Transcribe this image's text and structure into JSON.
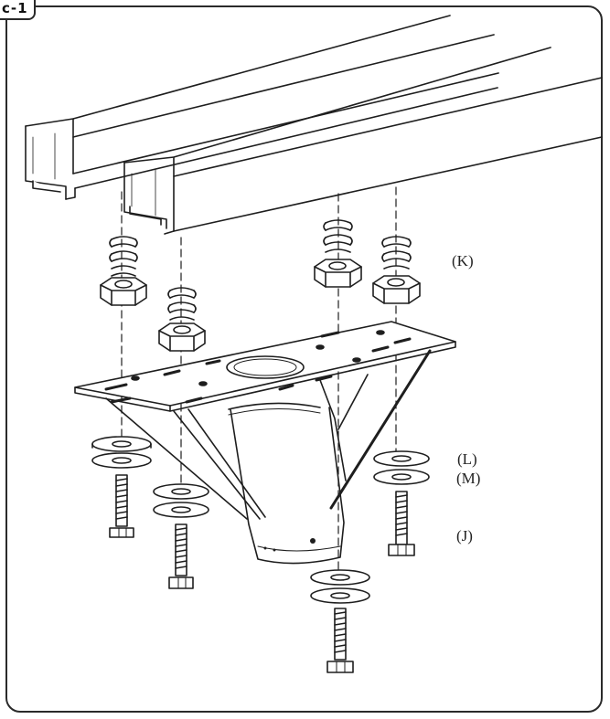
{
  "figure": {
    "tag": "c-1",
    "labels": {
      "k": "(K)",
      "l": "(L)",
      "m": "(M)",
      "j": "(J)"
    }
  }
}
